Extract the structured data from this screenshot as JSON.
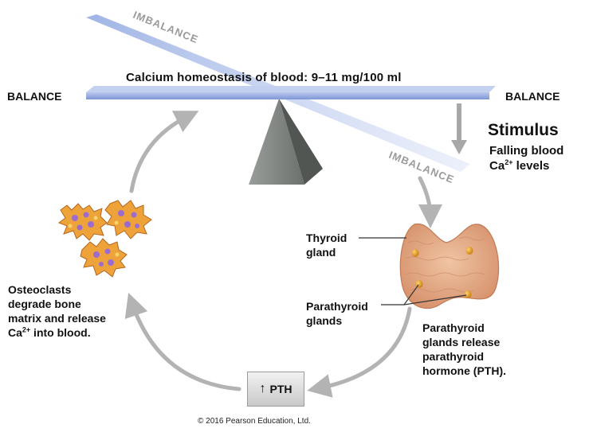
{
  "title": "Calcium homeostasis of blood: 9–11 mg/100 ml",
  "balance_left": "BALANCE",
  "balance_right": "BALANCE",
  "imbalance_top": "IMBALANCE",
  "imbalance_bottom": "IMBALANCE",
  "stimulus": {
    "heading": "Stimulus",
    "line1": "Falling blood",
    "ion_base": "Ca",
    "ion_charge": "2+",
    "line2_suffix": " levels"
  },
  "thyroid_label": {
    "line1": "Thyroid",
    "line2": "gland"
  },
  "parathyroid_label": {
    "line1": "Parathyroid",
    "line2": "glands"
  },
  "parathyroid_release": {
    "line1": "Parathyroid",
    "line2": "glands release",
    "line3": "parathyroid",
    "line4": "hormone (PTH)."
  },
  "osteoclasts": {
    "line1": "Osteoclasts",
    "line2": "degrade bone",
    "line3": "matrix and release",
    "ion_base": "Ca",
    "ion_charge": "2+",
    "line4_suffix": " into blood."
  },
  "pth": {
    "arrow": "↑",
    "label": "PTH"
  },
  "credit": "© 2016 Pearson Education, Ltd.",
  "colors": {
    "beam": "#8fa7e0",
    "beam_dark": "#6f88cc",
    "fulcrum": "#7c807c",
    "cycle_arrow": "#b3b3b3",
    "thyroid": "#e8b08c",
    "parathyroid": "#e39c1e",
    "osteoclast": "#e8982a"
  }
}
